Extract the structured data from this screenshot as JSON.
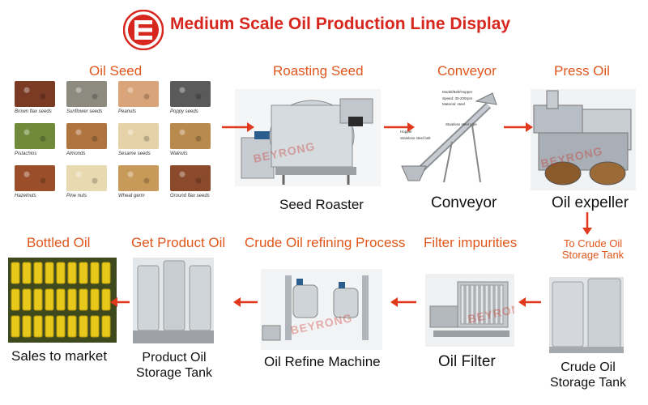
{
  "title": "Medium Scale Oil Production Line Display",
  "brand_color": "#d7261e",
  "accent_color": "#e0561b",
  "logo_icon": "brand-e-logo-icon",
  "watermark": "BEYRONG",
  "row1": {
    "oil_seed": "Oil Seed",
    "roasting_seed": "Roasting Seed",
    "conveyor_header": "Conveyor",
    "press_oil": "Press Oil",
    "seed_roaster": "Seed Roaster",
    "conveyor_caption": "Conveyor",
    "oil_expeller": "Oil expeller"
  },
  "seeds": [
    {
      "label": "Brown flax seeds",
      "color": "#7a3a24"
    },
    {
      "label": "Sunflower seeds",
      "color": "#8d8a80"
    },
    {
      "label": "Peanuts",
      "color": "#d9a47a"
    },
    {
      "label": "Poppy seeds",
      "color": "#5a5a5a"
    },
    {
      "label": "Pistachios",
      "color": "#6f8a3a"
    },
    {
      "label": "Almonds",
      "color": "#b07440"
    },
    {
      "label": "Sesame seeds",
      "color": "#e6d2a8"
    },
    {
      "label": "Walnuts",
      "color": "#b98a4e"
    },
    {
      "label": "Hazelnuts",
      "color": "#9a4f2a"
    },
    {
      "label": "Pine nuts",
      "color": "#e8d9b0"
    },
    {
      "label": "Wheat germ",
      "color": "#c89a5a"
    },
    {
      "label": "Ground flax seeds",
      "color": "#8b4a2b"
    }
  ],
  "conveyor_diagram_labels": {
    "model": "Model/Belt/Hopper",
    "speed": "Speed: 30-200rpm",
    "material": "Material: steel",
    "pipe": "Stainless steel pipe",
    "hopper": "Hopper",
    "lower": "Stainless steel belt"
  },
  "side": {
    "to_crude_tank": "To Crude Oil Storage Tank",
    "crude_tank_caption": "Crude Oil Storage Tank"
  },
  "row2": {
    "bottled_oil": "Bottled Oil",
    "get_product_oil": "Get Product Oil",
    "crude_refining": "Crude Oil refining Process",
    "filter_impurities": "Filter impurities",
    "sales_to_market": "Sales to market",
    "product_tank": "Product Oil Storage Tank",
    "refine_machine": "Oil Refine Machine",
    "oil_filter": "Oil Filter"
  }
}
